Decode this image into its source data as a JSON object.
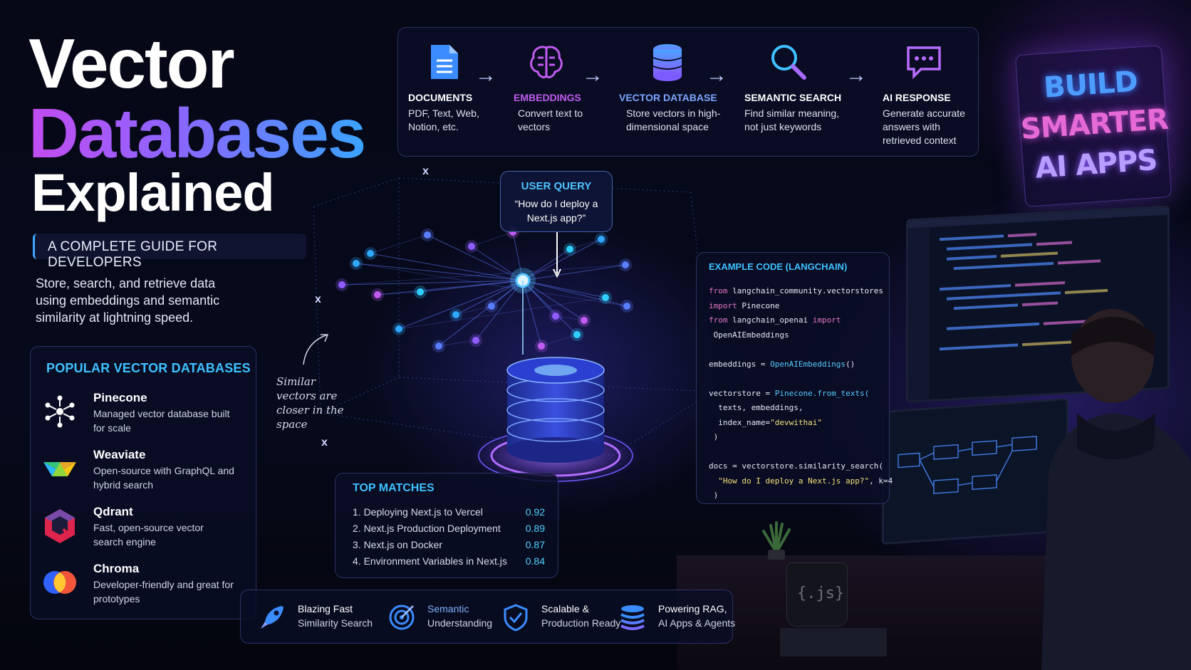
{
  "title": {
    "line1": "Vector",
    "line2": "Databases",
    "line3": "Explained"
  },
  "subtitle": "A COMPLETE GUIDE FOR DEVELOPERS",
  "description": "Store, search, and retrieve data using embeddings and semantic similarity at lightning speed.",
  "pipeline": [
    {
      "label": "DOCUMENTS",
      "text": "PDF, Text, Web, Notion, etc.",
      "icon": "document-icon",
      "color": "#3b8cff"
    },
    {
      "label": "EMBEDDINGS",
      "text": "Convert text to vectors",
      "icon": "brain-icon",
      "color": "#c05cf0"
    },
    {
      "label": "VECTOR DATABASE",
      "text": "Store vectors in high-dimensional space",
      "icon": "database-icon",
      "color": "#6e7dff"
    },
    {
      "label": "SEMANTIC SEARCH",
      "text": "Find similar meaning, not just keywords",
      "icon": "search-icon",
      "color": "#3fc1ff"
    },
    {
      "label": "AI RESPONSE",
      "text": "Generate accurate answers with retrieved context",
      "icon": "chat-icon",
      "color": "#b86cff"
    }
  ],
  "query": {
    "heading": "USER QUERY",
    "text": "“How do I deploy a Next.js app?”"
  },
  "space_note": "Similar vectors are closer in the space",
  "axes": {
    "x_top": "x",
    "x_left": "x",
    "x_bottom": "x"
  },
  "popular": {
    "heading": "POPULAR VECTOR DATABASES",
    "items": [
      {
        "name": "Pinecone",
        "desc": "Managed vector database built for scale"
      },
      {
        "name": "Weaviate",
        "desc": "Open-source with GraphQL and hybrid search"
      },
      {
        "name": "Qdrant",
        "desc": "Fast, open-source vector search engine"
      },
      {
        "name": "Chroma",
        "desc": "Developer-friendly and great for prototypes"
      }
    ]
  },
  "matches": {
    "heading": "TOP MATCHES",
    "rows": [
      {
        "title": "1. Deploying Next.js to Vercel",
        "score": "0.92"
      },
      {
        "title": "2. Next.js Production Deployment",
        "score": "0.89"
      },
      {
        "title": "3. Next.js on Docker",
        "score": "0.87"
      },
      {
        "title": "4. Environment Variables in Next.js",
        "score": "0.84"
      }
    ]
  },
  "code": {
    "heading": "EXAMPLE CODE (LANGCHAIN)",
    "l1a": "from",
    "l1b": " langchain_community.vectorstores",
    "l2a": "import",
    "l2b": " Pinecone",
    "l3a": "from",
    "l3b": " langchain_openai ",
    "l3c": "import",
    "l4": " OpenAIEmbeddings",
    "l5a": "embeddings = ",
    "l5b": "OpenAIEmbeddings",
    "l6a": "vectorstore",
    "l6b": " = ",
    "l6c": "Pinecone.from_texts(",
    "l7": "  texts, embeddings,",
    "l8a": "  index_name=",
    "l8b": "\"devwithai\"",
    "l9": " )",
    "l10": "docs = vectorstore.similarity_search(",
    "l11a": "  \"How do I deploy a Next.js app?\"",
    "l11b": ", k=4",
    "l12": " )"
  },
  "features": [
    {
      "a": "Blazing Fast",
      "b": "Similarity Search",
      "icon": "rocket-icon"
    },
    {
      "a": "Semantic",
      "b": "Understanding",
      "icon": "target-icon"
    },
    {
      "a": "Scalable &",
      "b": "Production Ready",
      "icon": "shield-icon"
    },
    {
      "a": "Powering RAG,",
      "b": "AI Apps & Agents",
      "icon": "stack-icon"
    }
  ],
  "neon": {
    "l1": "BUILD",
    "l2": "SMARTER",
    "l3": "AI APPS"
  },
  "mug_label": "{.js}",
  "colors": {
    "accent": "#3fc1ff",
    "purple": "#c34cf0",
    "score": "#4fd3ff"
  }
}
